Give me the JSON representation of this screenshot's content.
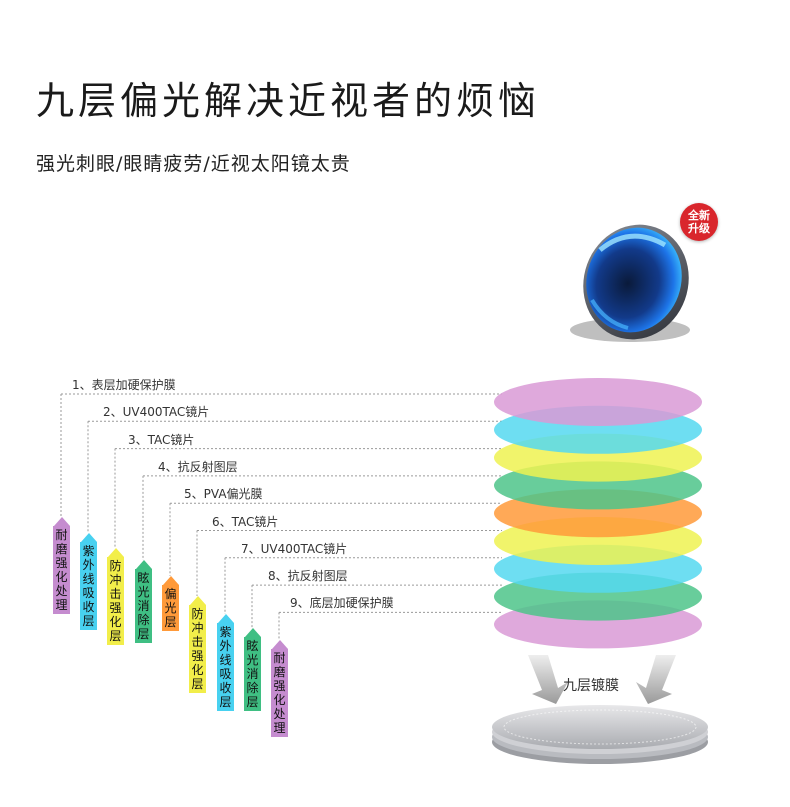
{
  "title": "九层偏光解决近视者的烦恼",
  "subtitle": "强光刺眼/眼睛疲劳/近视太阳镜太贵",
  "badge": "全新升级",
  "layers": [
    {
      "label": "1、表层加硬保护膜",
      "color": "#d99ad6"
    },
    {
      "label": "2、UV400TAC镜片",
      "color": "#55d8f0"
    },
    {
      "label": "3、TAC镜片",
      "color": "#eef251"
    },
    {
      "label": "4、抗反射图层",
      "color": "#4dc48a"
    },
    {
      "label": "5、PVA偏光膜",
      "color": "#ff9a3a"
    },
    {
      "label": "6、TAC镜片",
      "color": "#eef251"
    },
    {
      "label": "7、UV400TAC镜片",
      "color": "#55d8f0"
    },
    {
      "label": "8、抗反射图层",
      "color": "#4dc48a"
    },
    {
      "label": "9、底层加硬保护膜",
      "color": "#d99ad6"
    }
  ],
  "features": [
    {
      "label": "耐磨强化处理",
      "color": "#c58ccf"
    },
    {
      "label": "紫外线吸收层",
      "color": "#48d1f0"
    },
    {
      "label": "防冲击强化层",
      "color": "#f2ee4a"
    },
    {
      "label": "眩光消除层",
      "color": "#3fbf83"
    },
    {
      "label": "偏光层",
      "color": "#ff9a3a"
    },
    {
      "label": "防冲击强化层",
      "color": "#f2ee4a"
    },
    {
      "label": "紫外线吸收层",
      "color": "#48d1f0"
    },
    {
      "label": "眩光消除层",
      "color": "#3fbf83"
    },
    {
      "label": "耐磨强化处理",
      "color": "#c58ccf"
    }
  ],
  "stack_caption": "九层镀膜"
}
